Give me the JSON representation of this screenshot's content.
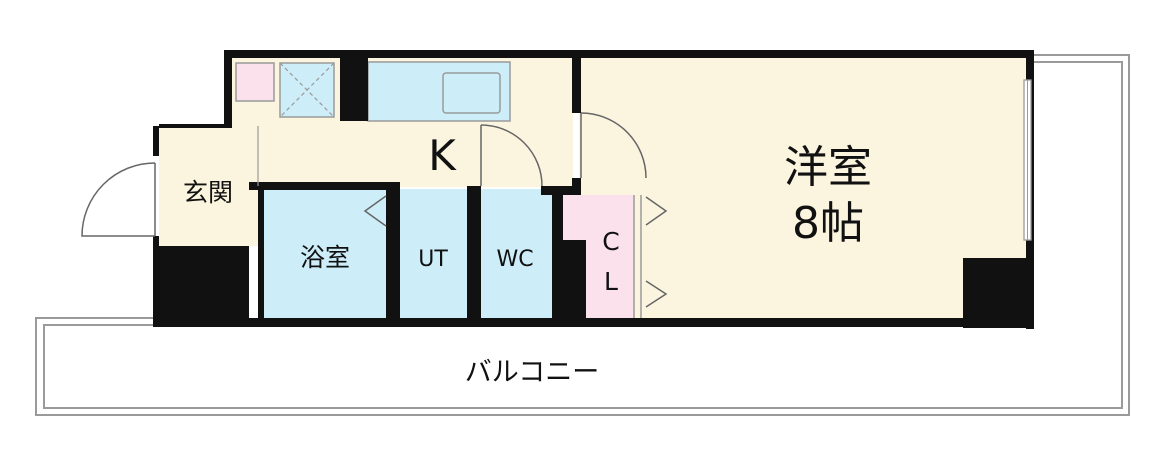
{
  "rooms": {
    "kitchen": "K",
    "entrance": "玄関",
    "bath": "浴室",
    "ut": "UT",
    "wc": "WC",
    "closet_line1": "C",
    "closet_line2": "L",
    "western_room": "洋室",
    "western_room_size": "8帖",
    "balcony": "バルコニー"
  },
  "colors": {
    "cream": "#fbf5df",
    "blue": "#cdeef8",
    "pink": "#fbe1ec",
    "wall": "#111111",
    "outline": "#9a9a9a"
  }
}
